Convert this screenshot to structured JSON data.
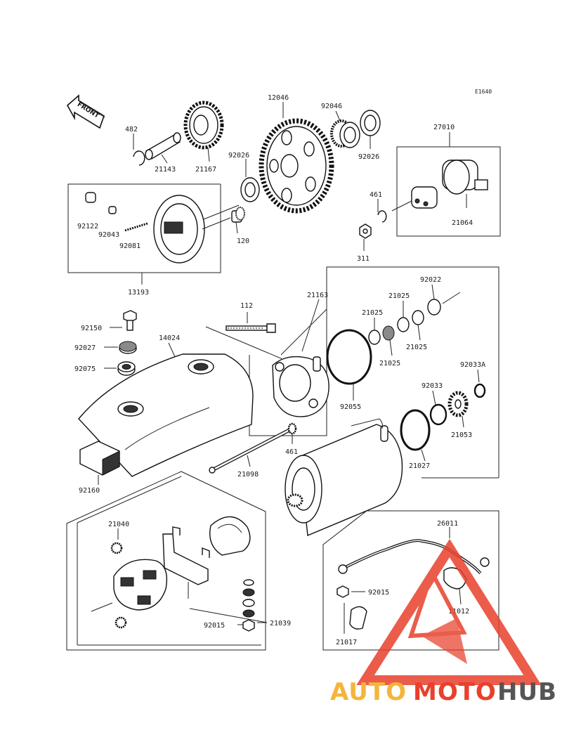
{
  "diagram": {
    "ref_code": "E1640",
    "front_label": "FRONT",
    "parts": {
      "p482": "482",
      "p21143": "21143",
      "p21167": "21167",
      "p12046": "12046",
      "p92046": "92046",
      "p92026a": "92026",
      "p92026b": "92026",
      "p27010": "27010",
      "p461a": "461",
      "p21064": "21064",
      "p311": "311",
      "p92122": "92122",
      "p92043": "92043",
      "p92081": "92081",
      "p120": "120",
      "p13193": "13193",
      "p112": "112",
      "p21163": "21163",
      "p92022": "92022",
      "p21025a": "21025",
      "p21025b": "21025",
      "p21025c": "21025",
      "p21025d": "21025",
      "p92150": "92150",
      "p92027": "92027",
      "p92075": "92075",
      "p14024": "14024",
      "p92055": "92055",
      "p92033A": "92033A",
      "p92033": "92033",
      "p21053": "21053",
      "p461b": "461",
      "p21098": "21098",
      "p21027": "21027",
      "p92160": "92160",
      "p21040": "21040",
      "p92015a": "92015",
      "p21039": "21039",
      "p26011": "26011",
      "p92015b": "92015",
      "p11012": "11012",
      "p21017": "21017"
    }
  },
  "watermark": {
    "text_auto": "AUTO",
    "text_moto": "MOTO",
    "text_hub": "HUB",
    "color_red": "#e8402c",
    "color_orange": "#f5b53a",
    "color_gray": "#555555"
  }
}
